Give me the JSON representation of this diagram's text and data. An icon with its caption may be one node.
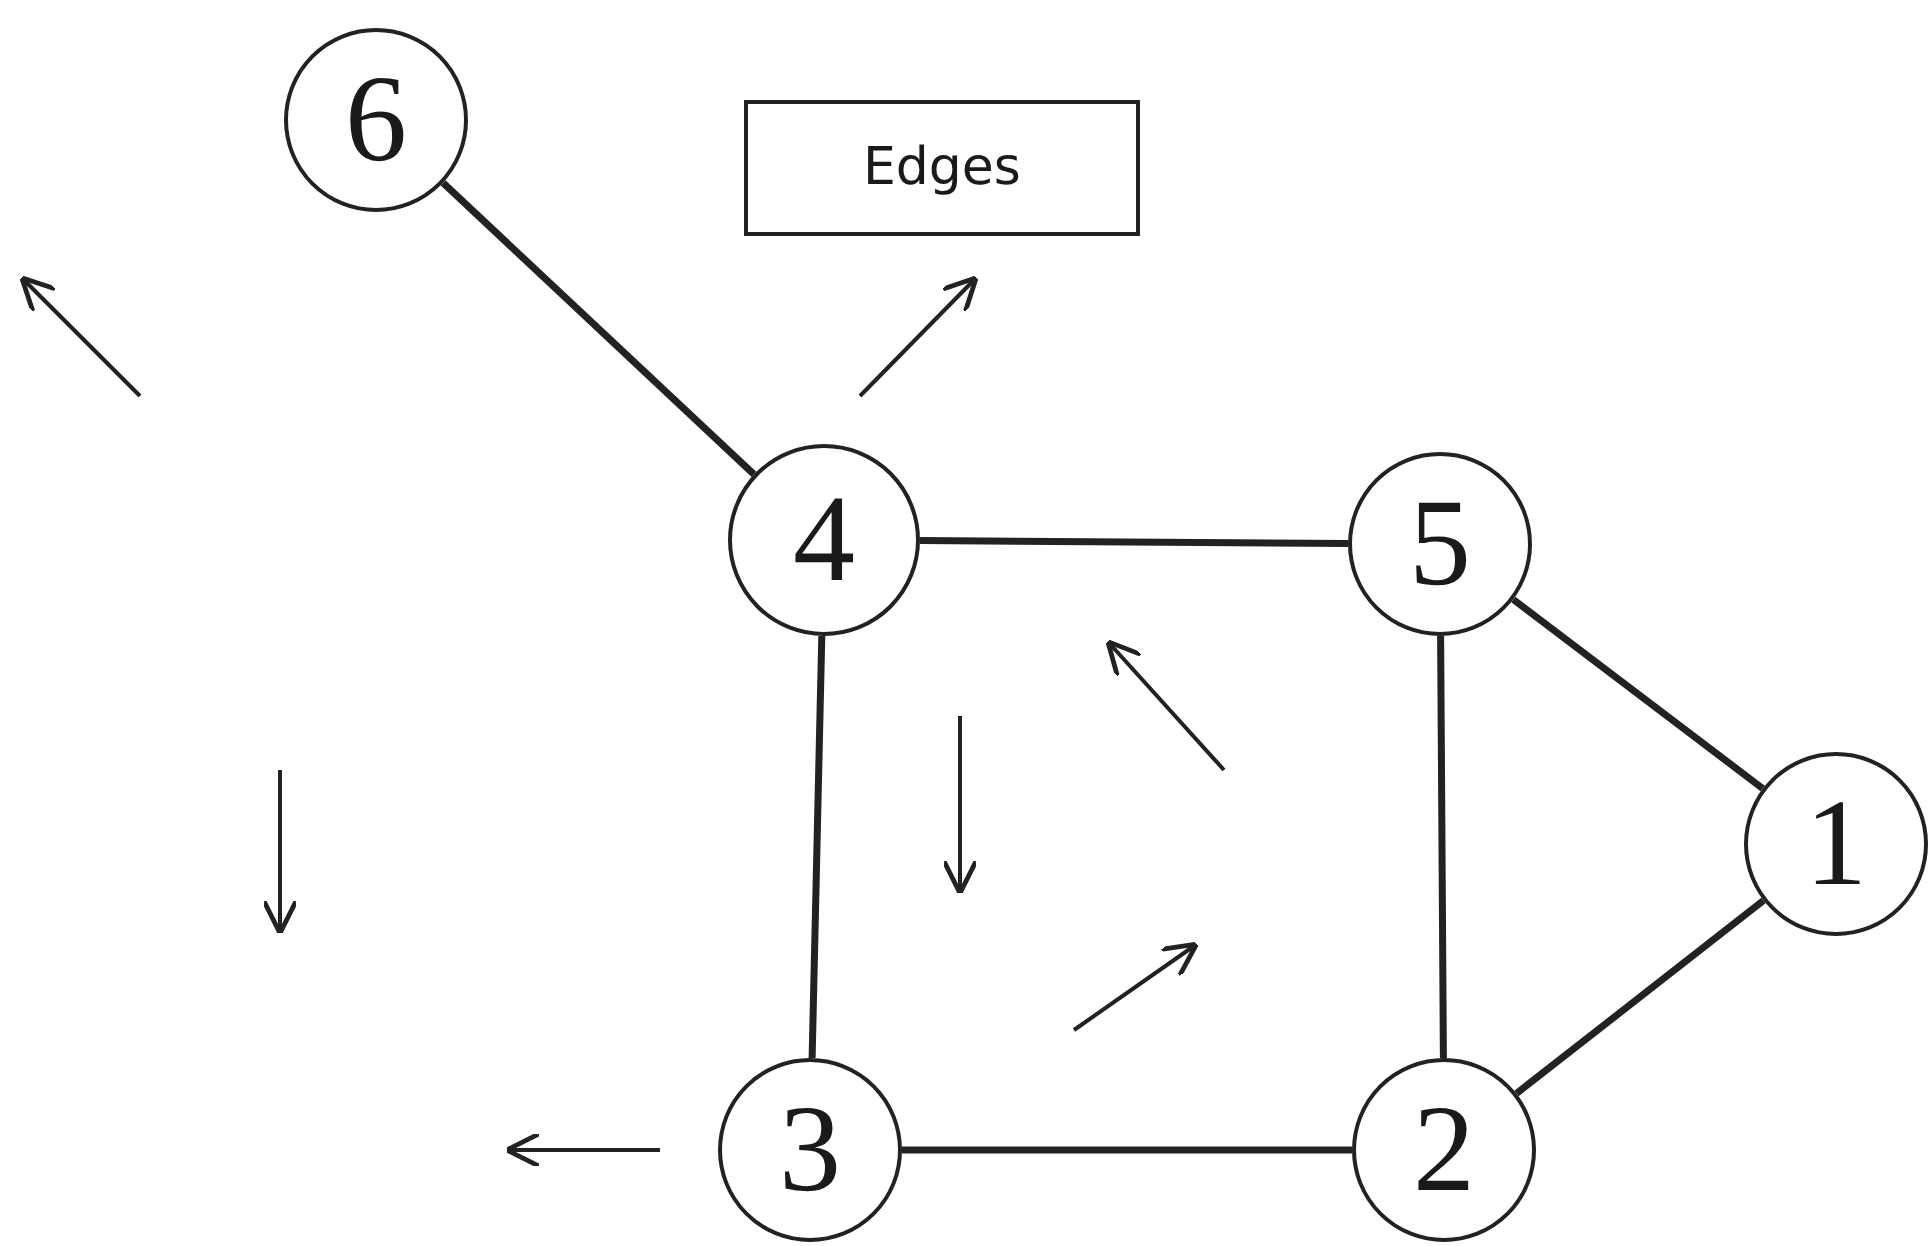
{
  "diagram": {
    "nodes": [
      {
        "text": [
          "6"
        ]
      },
      {
        "text": [
          "Edges"
        ]
      },
      {
        "text": [
          "4"
        ]
      },
      {
        "text": [
          "5"
        ]
      },
      {
        "text": [
          "1"
        ]
      },
      {
        "text": [
          "3"
        ]
      },
      {
        "text": [
          "2"
        ]
      }
    ],
    "edges": [
      {
        "from": 0,
        "to": 2,
        "arrow": "none"
      },
      {
        "from": 2,
        "to": 3,
        "arrow": "none"
      },
      {
        "from": 2,
        "to": 5,
        "arrow": "none"
      },
      {
        "from": 3,
        "to": 6,
        "arrow": "none"
      },
      {
        "from": 3,
        "to": 4,
        "arrow": "none"
      },
      {
        "from": 4,
        "to": 6,
        "arrow": "none"
      },
      {
        "from": 5,
        "to": 6,
        "arrow": "none"
      }
    ]
  }
}
